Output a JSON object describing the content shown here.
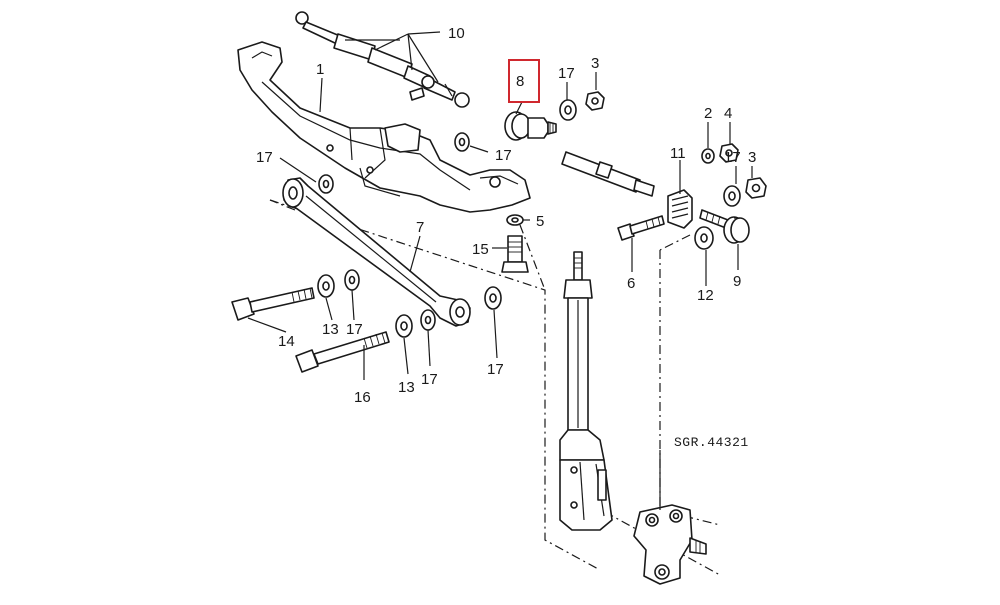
{
  "diagram": {
    "reference_code": "SGR.44321",
    "highlight_color": "#d0282e",
    "callouts": {
      "c1": "1",
      "c2": "2",
      "c3a": "3",
      "c3b": "3",
      "c4": "4",
      "c5": "5",
      "c6": "6",
      "c7": "7",
      "c8": "8",
      "c9": "9",
      "c10": "10",
      "c11": "11",
      "c12": "12",
      "c13a": "13",
      "c13b": "13",
      "c14": "14",
      "c15": "15",
      "c16": "16",
      "c17a": "17",
      "c17b": "17",
      "c17c": "17",
      "c17d": "17",
      "c17e": "17",
      "c17f": "17",
      "c17g": "17"
    }
  }
}
